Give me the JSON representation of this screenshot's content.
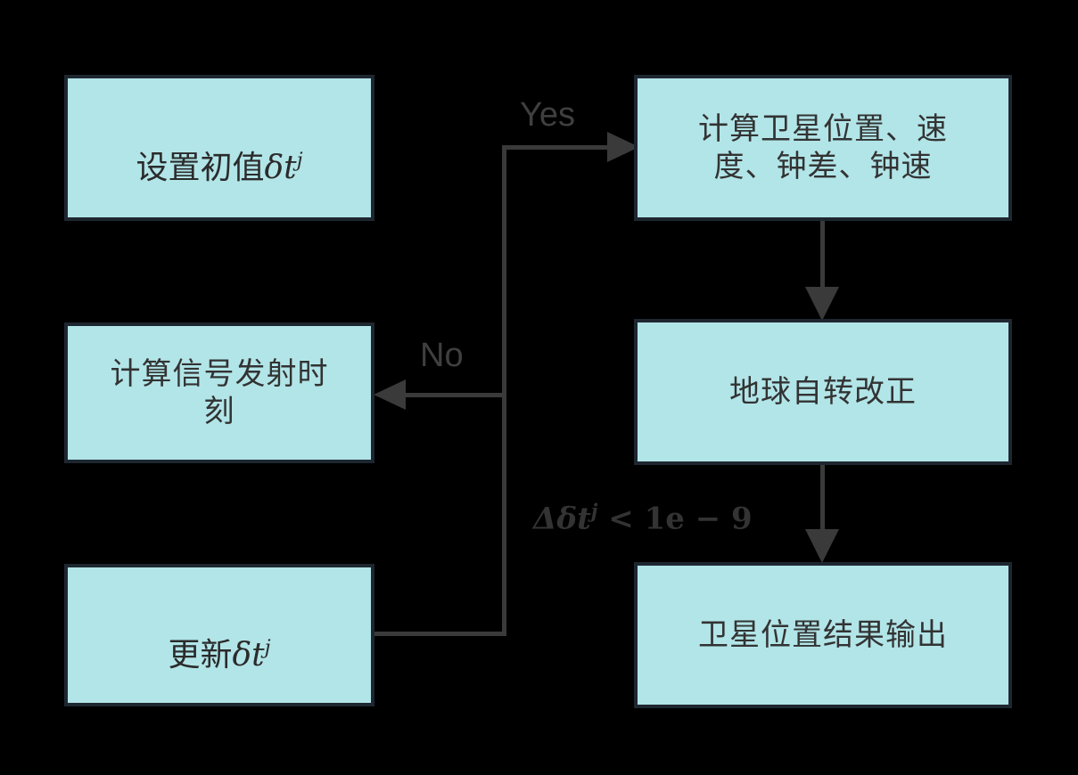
{
  "diagram": {
    "title": "Satellite position computation flowchart",
    "background_color": "#000000",
    "node_fill": "#b2e5e8",
    "node_border": "#1e2730",
    "connector_color": "#3a3a3a",
    "nodes": [
      {
        "id": "set-initial-value",
        "text_plain": "设置初值δt^j",
        "text_cn": "设置初值",
        "math_base": "δt",
        "math_sup": "j",
        "style": "serif"
      },
      {
        "id": "compute-sat-pos-vel-clock",
        "text_plain": "计算卫星位置、速\n度、钟差、钟速",
        "style": "sans"
      },
      {
        "id": "compute-signal-emit-time",
        "text_plain": "计算信号发射时\n刻",
        "style": "sans"
      },
      {
        "id": "earth-rotation-correction",
        "text_plain": "地球自转改正",
        "style": "sans"
      },
      {
        "id": "update-delta-t",
        "text_plain": "更新δt^j",
        "text_cn": "更新",
        "math_base": "δt",
        "math_sup": "j",
        "style": "serif"
      },
      {
        "id": "satellite-position-output",
        "text_plain": "卫星位置结果输出",
        "style": "sans"
      }
    ],
    "edge_labels": {
      "yes": "Yes",
      "no": "No"
    },
    "condition": {
      "delta": "Δ",
      "variable": "δt",
      "superscript": "j",
      "operator": "<",
      "threshold": "1e − 9",
      "full": "Δδt^j < 1e − 9"
    }
  }
}
